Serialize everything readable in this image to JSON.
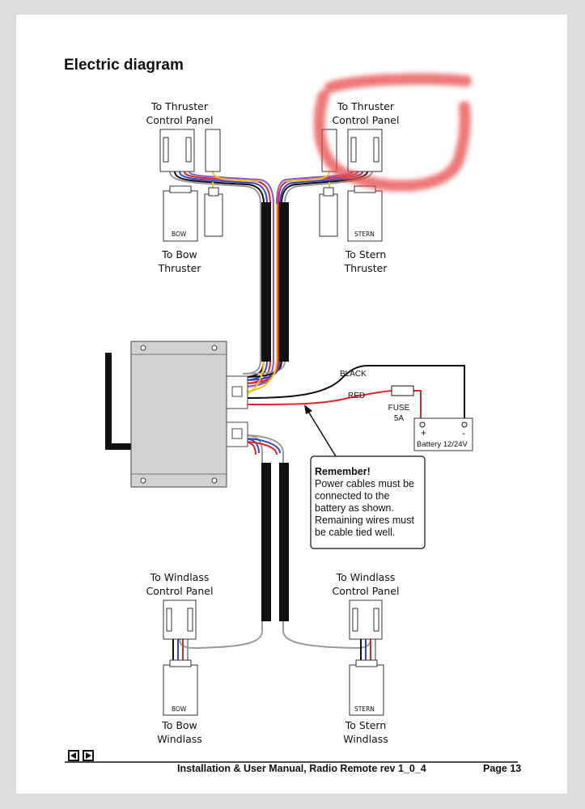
{
  "title": "Electric diagram",
  "labels": {
    "thruster_panel_left": [
      "To Thruster",
      "Control Panel"
    ],
    "thruster_panel_right": [
      "To Thruster",
      "Control Panel"
    ],
    "bow_thruster": [
      "To Bow",
      "Thruster"
    ],
    "stern_thruster": [
      "To Stern",
      "Thruster"
    ],
    "windlass_panel_left": [
      "To Windlass",
      "Control Panel"
    ],
    "windlass_panel_right": [
      "To Windlass",
      "Control Panel"
    ],
    "bow_windlass": [
      "To Bow",
      "Windlass"
    ],
    "stern_windlass": [
      "To Stern",
      "Windlass"
    ]
  },
  "connector_tags": {
    "bow_top": "BOW",
    "stern_top": "STERN",
    "bow_bottom": "BOW",
    "stern_bottom": "STERN"
  },
  "power": {
    "black": "BLACK",
    "red": "RED",
    "fuse": [
      "FUSE",
      "5A"
    ],
    "battery": "Battery 12/24V",
    "plus": "+",
    "minus": "-"
  },
  "note": {
    "heading": "Remember!",
    "body": "Power cables must be connected to the battery as shown. Remaining wires must be cable tied well."
  },
  "footer": {
    "manual": "Installation & User Manual, Radio Remote rev 1_0_4",
    "page": "Page 13"
  },
  "colors": {
    "wire_red": "#e0262a",
    "wire_blue": "#3344cc",
    "wire_yellow": "#f5c518",
    "wire_gray": "#9a9a9a",
    "wire_black": "#111111",
    "wire_purple": "#8d57c9",
    "box_gray": "#d2d2d2",
    "highlight": "#e84b4b"
  }
}
